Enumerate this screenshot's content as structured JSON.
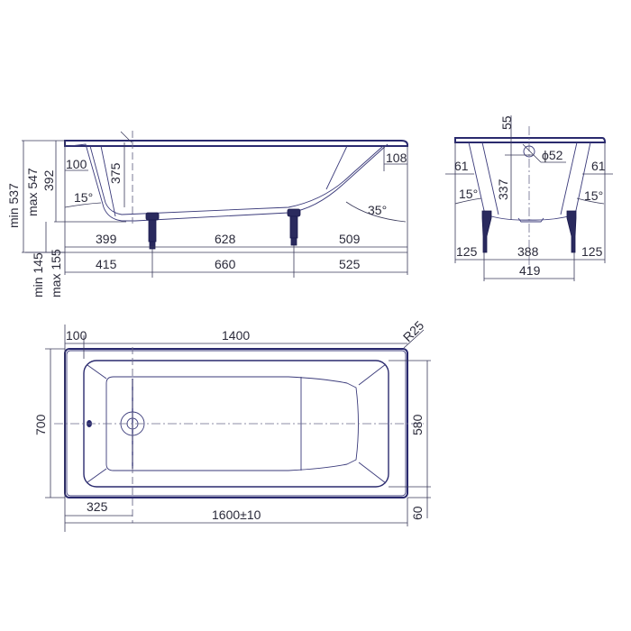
{
  "drawing": {
    "title": "Bathtub technical drawing 1600x700",
    "colors": {
      "outline": "#2a2a6e",
      "dimension": "#3a3a5a",
      "background": "#ffffff"
    },
    "side_view": {
      "height_min": "min 537",
      "height_max": "max 547",
      "depth_392": "392",
      "rim_100": "100",
      "depth_375": "375",
      "angle_15": "15°",
      "angle_35": "35°",
      "rim_108": "108",
      "legs_min": "min 145",
      "legs_max": "max 155",
      "row1": [
        "399",
        "628",
        "509"
      ],
      "row2": [
        "415",
        "660",
        "525"
      ]
    },
    "end_view": {
      "overflow_55": "55",
      "overflow_diameter": "ϕ52",
      "depth_337": "337",
      "left_61": "61",
      "right_61": "61",
      "left_angle": "15°",
      "right_angle": "15°",
      "left_125": "125",
      "center_388": "388",
      "right_125": "125",
      "total_419": "419"
    },
    "top_view": {
      "rim_100": "100",
      "length_1400": "1400",
      "radius": "R25",
      "width_700": "700",
      "inner_580": "580",
      "drain_325": "325",
      "length_total": "1600±10",
      "rim_60": "60"
    }
  }
}
